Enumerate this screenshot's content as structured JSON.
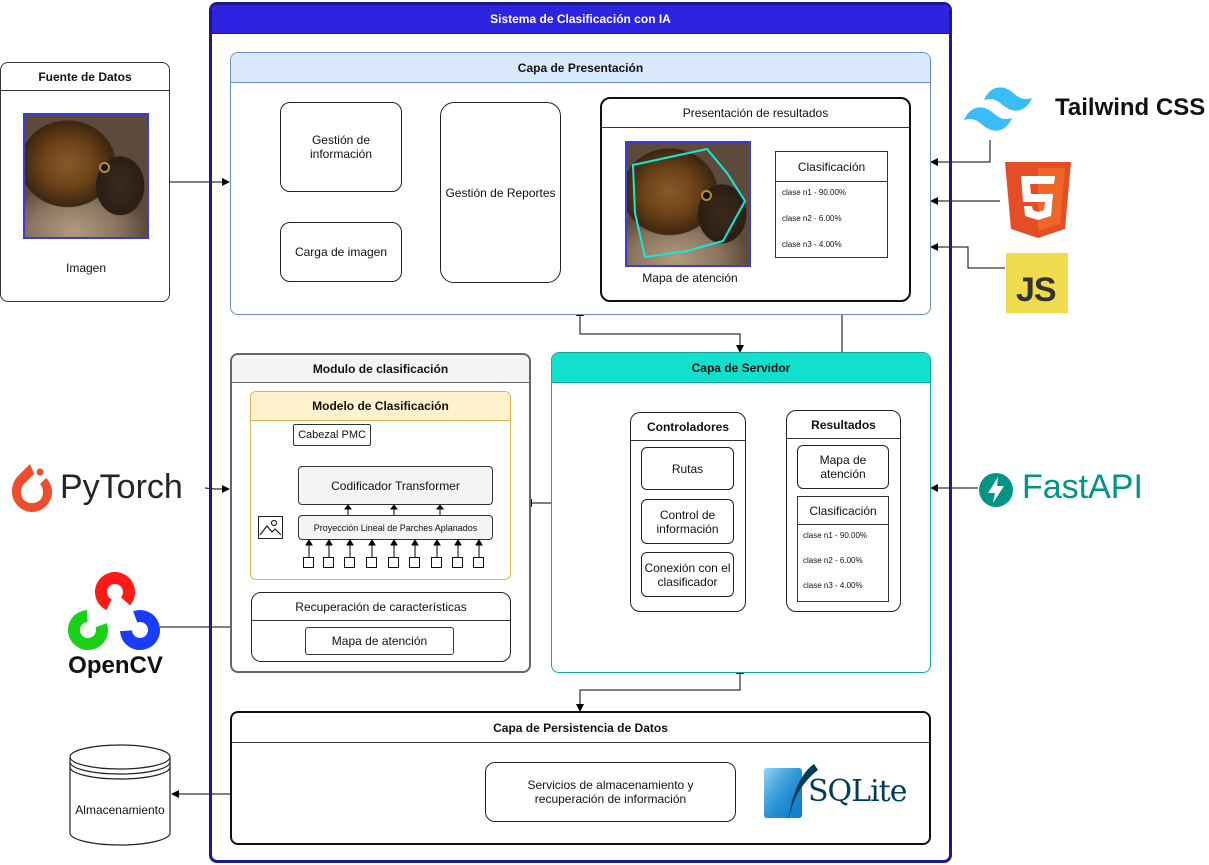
{
  "system": {
    "title": "Sistema de Clasificación con IA"
  },
  "source": {
    "title": "Fuente de Datos",
    "caption": "Imagen"
  },
  "presentation": {
    "title": "Capa de Presentación",
    "info_management": "Gestión de información",
    "image_upload": "Carga de imagen",
    "reports": "Gestión de Reportes",
    "results_panel": {
      "title": "Presentación de resultados",
      "attention_caption": "Mapa de atención",
      "classification_title": "Clasificación",
      "classes": [
        "clase n1 - 90.00%",
        "clase n2 - 6.00%",
        "clase n3 - 4.00%"
      ]
    }
  },
  "classification_module": {
    "title": "Modulo de clasificación",
    "model": {
      "title": "Modelo de Clasificación",
      "head": "Cabezal PMC",
      "encoder": "Codificador Transformer",
      "projection": "Proyección Lineal de Parches Aplanados"
    },
    "feature_recovery": {
      "title": "Recuperación de características",
      "attention_map": "Mapa de atención"
    }
  },
  "server": {
    "title": "Capa de Servidor",
    "controllers": {
      "title": "Controladores",
      "routes": "Rutas",
      "info_control": "Control de información",
      "classifier_connection": "Conexión con el clasificador"
    },
    "results": {
      "title": "Resultados",
      "attention_map": "Mapa de atención",
      "classification_title": "Clasificación",
      "classes": [
        "clase n1 - 90.00%",
        "clase n2 - 6.00%",
        "clase n3 - 4.00%"
      ]
    }
  },
  "persistence": {
    "title": "Capa de Persistencia de Datos",
    "service": "Servicios de almacenamiento y recuperación de información",
    "storage": "Almacenamiento"
  },
  "technologies": {
    "tailwind": "Tailwind CSS",
    "js": "JS",
    "pytorch": "PyTorch",
    "opencv": "OpenCV",
    "fastapi": "FastAPI",
    "sqlite": "SQLite"
  },
  "colors": {
    "system_border": "#1a1a8c",
    "system_header": "#2c24e0",
    "presentation_header": "#dae8fc",
    "presentation_border": "#6c8ebf",
    "server_header": "#12e0cf",
    "server_border": "#14a89b",
    "model_header": "#fff2cc",
    "model_border": "#d6b656",
    "module_header": "#f5f5f5",
    "tailwind": "#38bdf8",
    "html5": "#e44d26",
    "js_bg": "#f0db4f",
    "pytorch": "#ee4c2c",
    "fastapi": "#009485",
    "sqlite": "#0f80cc"
  }
}
